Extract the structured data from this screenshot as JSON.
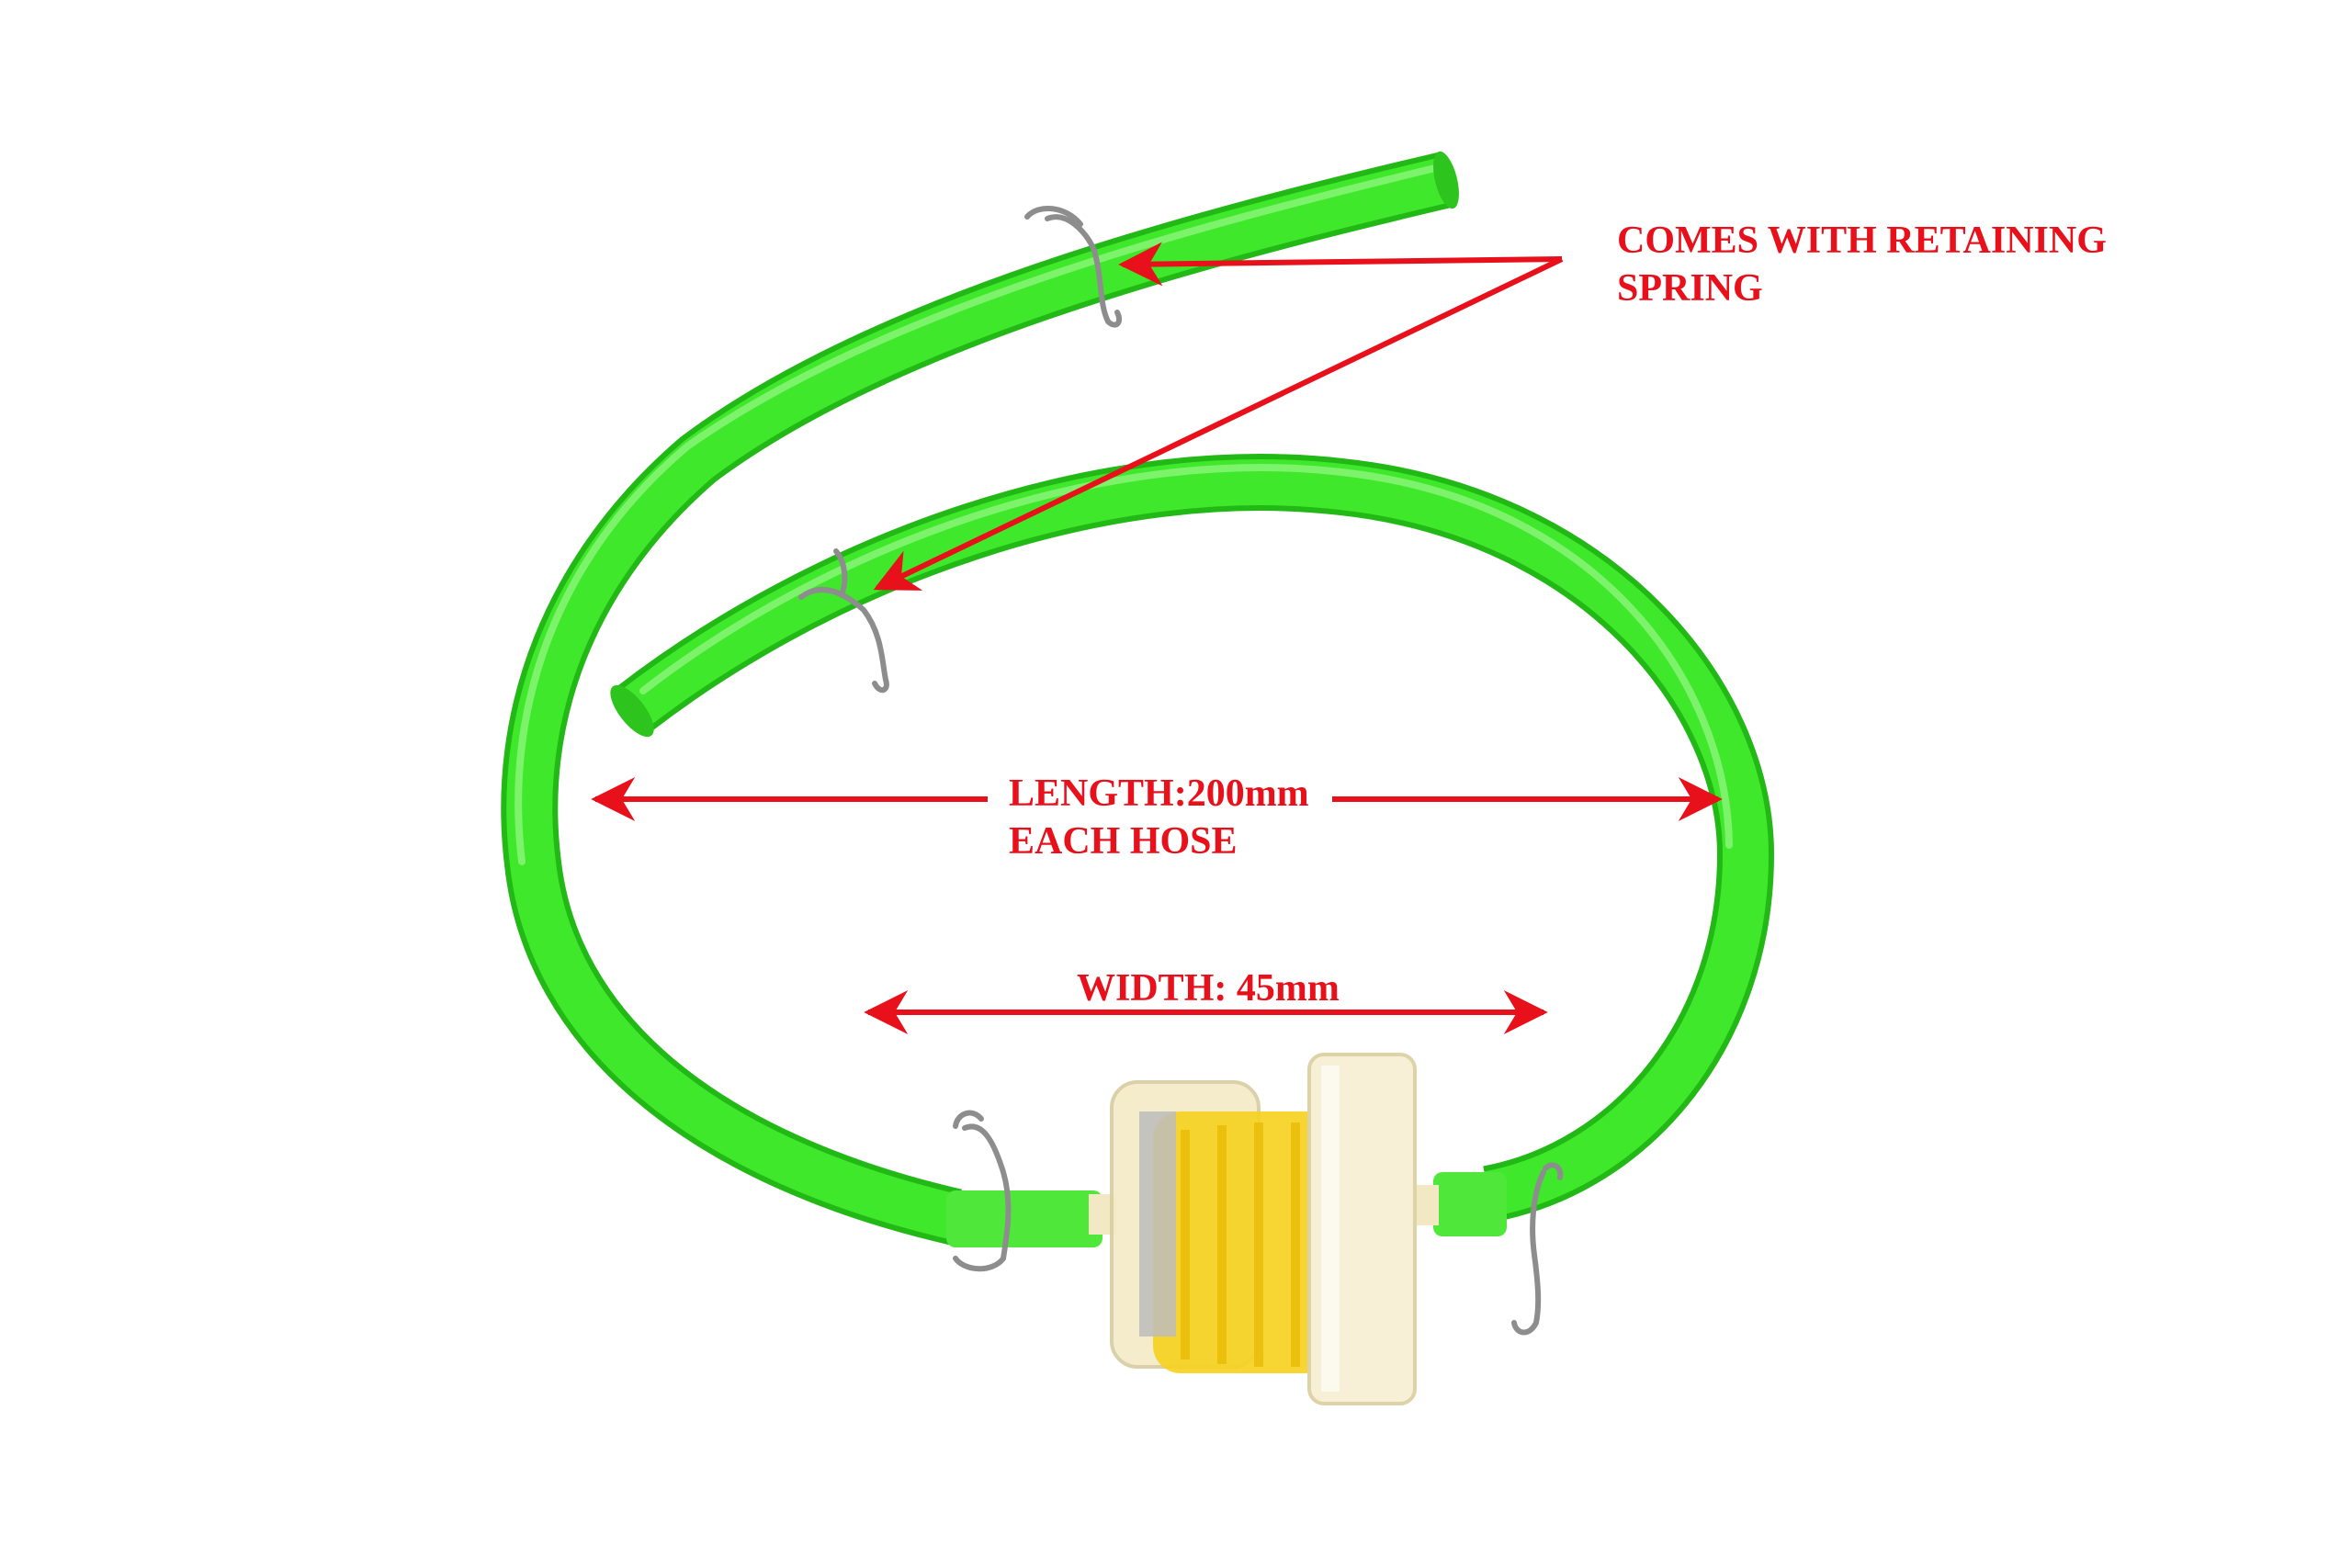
{
  "image": {
    "subject": "fuel-hose-with-inline-filter",
    "colors": {
      "hose": "#3fe82a",
      "hose_shadow": "#22b816",
      "hose_highlight": "#8cf57a",
      "annotation": "#e8101a",
      "filter_body": "#f4ecc8",
      "filter_element": "#f6d21e",
      "clip_metal": "#8d8d8d"
    }
  },
  "annotations": {
    "spring": {
      "line1": "COMES WITH RETAINING",
      "line2": "SPRING"
    },
    "length": {
      "line1": "LENGTH:200mm",
      "line2": "EACH HOSE"
    },
    "width": {
      "line1": "WIDTH: 45mm"
    }
  }
}
